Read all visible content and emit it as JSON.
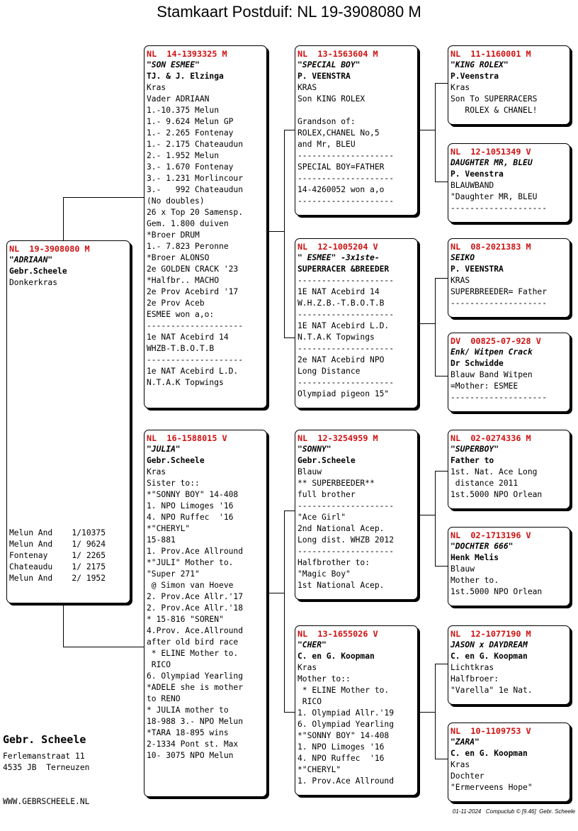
{
  "title": "Stamkaart Postduif: NL  19-3908080 M",
  "main": {
    "ring": "NL  19-3908080 M",
    "name": "\"ADRIAAN\"",
    "breeder": "Gebr.Scheele",
    "color": "Donkerkras",
    "results": [
      "Melun And    1/10375",
      "Melun And    1/ 9624",
      "Fontenay     1/ 2265",
      "Chateaudu    1/ 2175",
      "Melun And    2/ 1952"
    ]
  },
  "father": {
    "ring": "NL  14-1393325 M",
    "name": "\"SON ESMEE\"",
    "breeder": "TJ. & J. Elzinga",
    "lines": [
      "Kras",
      "Vader ADRIAAN",
      "1.-10.375 Melun",
      "1.- 9.624 Melun GP",
      "1.- 2.265 Fontenay",
      "1.- 2.175 Chateaudun",
      "2.- 1.952 Melun",
      "3.- 1.670 Fontenay",
      "3.- 1.231 Morlincour",
      "3.-   992 Chateaudun",
      "(No doubles)",
      "26 x Top 20 Samensp.",
      "Gem. 1.800 duiven",
      "*Broer DRUM",
      "1.- 7.823 Peronne",
      "*Broer ALONSO",
      "2e GOLDEN CRACK '23",
      "*Halfbr.. MACHO",
      "2e Prov Acebird '17",
      "2e Prov Aceb",
      "ESMEE won a,o:",
      "--------------------",
      "1e NAT Acebird 14",
      "WHZB-T.B.O.T.B",
      "--------------------",
      "1e NAT Acebird L.D.",
      "N.T.A.K Topwings"
    ]
  },
  "mother": {
    "ring": "NL  16-1588015 V",
    "name": "\"JULIA\"",
    "breeder": "Gebr.Scheele",
    "lines": [
      "Kras",
      "Sister to::",
      "*\"SONNY BOY\" 14-408",
      "1. NPO Limoges '16",
      "4. NPO Ruffec  '16",
      "*\"CHERYL\"",
      "15-881",
      "1. Prov.Ace Allround",
      "*\"JULI\" Mother to.",
      "\"Super 271\"",
      " @ Simon van Hoeve",
      "2. Prov.Ace Allr.'17",
      "2. Prov.Ace Allr.'18",
      "* 15-816 \"SOREN\"",
      "4.Prov. Ace.Allround",
      "after old bird race",
      " * ELINE Mother to.",
      " RICO",
      "6. Olympiad Yearling",
      "*ADELE she is mother",
      "to RENO",
      "* JULIA mother to",
      "18-988 3.- NPO Melun",
      "*TARA 18-895 wins",
      "2-1334 Pont st. Max",
      "10- 3075 NPO Melun"
    ]
  },
  "ff": {
    "ring": "NL  13-1563604 M",
    "name": "\"SPECIAL BOY\"",
    "breeder": "P. VEENSTRA",
    "lines": [
      "KRAS",
      "Son KING ROLEX",
      "",
      "Grandson of:",
      "ROLEX,CHANEL No,5",
      "and Mr, BLEU",
      "--------------------",
      "SPECIAL BOY=FATHER",
      "--------------------",
      "14-4260052 won a,o",
      "--------------------"
    ]
  },
  "fm": {
    "ring": "NL  12-1005204 V",
    "name": "\" ESMEE\" -3x1ste-",
    "breeder": "SUPERRACER &BREEDER",
    "lines": [
      "--------------------",
      "1E NAT Acebird 14",
      "W.H.Z.B.-T.B.O.T.B",
      "--------------------",
      "1E NAT Acebird L.D.",
      "N.T.A.K Topwings",
      "--------------------",
      "2e NAT Acebird NPO",
      "Long Distance",
      "--------------------",
      "Olympiad pigeon 15\""
    ]
  },
  "mf": {
    "ring": "NL  12-3254959 M",
    "name": "\"SONNY\"",
    "breeder": "Gebr.Scheele",
    "lines": [
      "Blauw",
      "** SUPERBEEDER**",
      "full brother",
      "--------------------",
      "\"Ace Girl\"",
      "2nd National Acep.",
      "Long dist. WHZB 2012",
      "--------------------",
      "Halfbrother to:",
      "\"Magic Boy\"",
      "1st National Acep."
    ]
  },
  "mm": {
    "ring": "NL  13-1655026 V",
    "name": "\"CHER\"",
    "breeder": "C. en G. Koopman",
    "lines": [
      "Kras",
      "Mother to::",
      " * ELINE Mother to.",
      " RICO",
      "1. Olympiad Allr.'19",
      "6. Olympiad Yearling",
      "*\"SONNY BOY\" 14-408",
      "1. NPO Limoges '16",
      "4. NPO Ruffec  '16",
      "*\"CHERYL\"",
      "1. Prov.Ace Allround"
    ]
  },
  "fff": {
    "ring": "NL  11-1160001 M",
    "name": "\"KING ROLEX\"",
    "breeder": "P.Veenstra",
    "lines": [
      "Kras",
      "Son To SUPERRACERS",
      "   ROLEX & CHANEL!"
    ]
  },
  "ffm": {
    "ring": "NL  12-1051349 V",
    "name": "DAUGHTER MR, BLEU",
    "breeder": "P. Veenstra",
    "lines": [
      "BLAUWBAND",
      "\"Daughter MR, BLEU",
      "--------------------"
    ]
  },
  "fmf": {
    "ring": "NL  08-2021383 M",
    "name": "SEIKO",
    "breeder": "P. VEENSTRA",
    "lines": [
      "KRAS",
      "SUPERBREEDER= Father",
      "--------------------"
    ]
  },
  "fmm": {
    "ring": "DV  00825-07-928 V",
    "name": "Enk/ Witpen Crack",
    "breeder": "Dr Schwidde",
    "lines": [
      "Blauw Band Witpen",
      "=Mother: ESMEE",
      "--------------------"
    ]
  },
  "mff": {
    "ring": "NL  02-0274336 M",
    "name": "\"SUPERBOY\"",
    "breeder": "Father to",
    "lines": [
      "1st. Nat. Ace Long",
      " distance 2011",
      "1st.5000 NPO Orlean"
    ]
  },
  "mfm": {
    "ring": "NL  02-1713196 V",
    "name": "\"DOCHTER 666\"",
    "breeder": "Henk Melis",
    "lines": [
      "Blauw",
      "Mother to.",
      "1st.5000 NPO Orlean"
    ]
  },
  "mmf": {
    "ring": "NL  12-1077190 M",
    "name": "JASON x DAYDREAM",
    "breeder": "C. en G. Koopman",
    "lines": [
      "Lichtkras",
      "Halfbroer:",
      "\"Varella\" 1e Nat."
    ]
  },
  "mmm": {
    "ring": "NL  10-1109753 V",
    "name": "\"ZARA\"",
    "breeder": "C. en G. Koopman",
    "lines": [
      "Kras",
      "Dochter",
      "\"Ermerveens Hope\""
    ]
  },
  "owner": {
    "name": "Gebr. Scheele",
    "address1": "Ferlemanstraat 11",
    "address2": "4535 JB  Terneuzen",
    "website": "WWW.GEBRSCHEELE.NL"
  },
  "footer": "01-11-2024   Compuclub © [9.46]  Gebr. Scheele"
}
